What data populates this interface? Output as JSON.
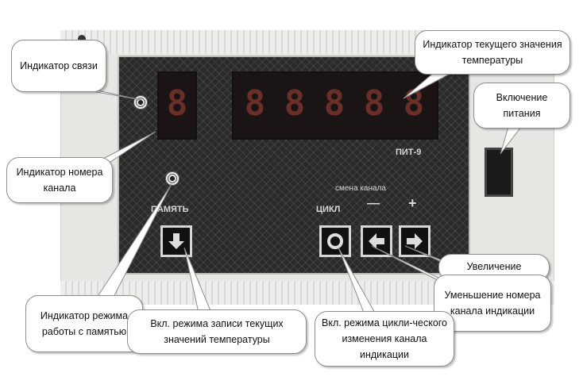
{
  "device": {
    "model": "ПИТ-9",
    "labels": {
      "memory": "ПАМЯТЬ",
      "cycle": "ЦИКЛ",
      "channel_select": "смена канала",
      "minus": "—",
      "plus": "+"
    },
    "channel_display": "8",
    "temp_display": [
      "8",
      "8",
      "8",
      "8",
      "8"
    ]
  },
  "callouts": {
    "link": "Индикатор связи",
    "channel_number": "Индикатор номера канала",
    "current_temp": "Индикатор текущего значения температуры",
    "power": "Включение питания",
    "increase": "Увеличение",
    "decrease": "Уменьшение номера канала индикации",
    "memory_mode": "Индикатор режима работы с памятью",
    "record_mode": "Вкл. режима записи текущих значений температуры",
    "cycle_mode": "Вкл. режима цикли-ческого изменения канала индикации"
  }
}
